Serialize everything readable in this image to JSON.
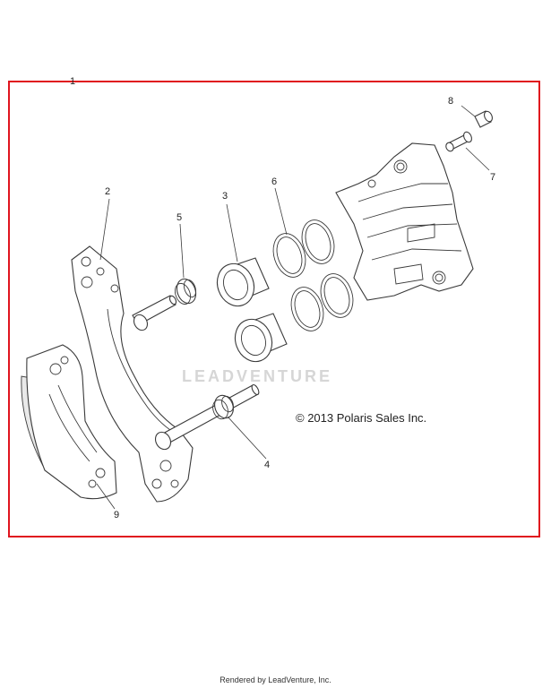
{
  "diagram": {
    "callouts": [
      {
        "id": "1",
        "label": "1"
      },
      {
        "id": "2",
        "label": "2"
      },
      {
        "id": "3",
        "label": "3"
      },
      {
        "id": "4",
        "label": "4"
      },
      {
        "id": "5",
        "label": "5"
      },
      {
        "id": "6",
        "label": "6"
      },
      {
        "id": "7",
        "label": "7"
      },
      {
        "id": "8",
        "label": "8"
      },
      {
        "id": "9",
        "label": "9"
      }
    ],
    "copyright": "© 2013 Polaris Sales Inc.",
    "watermark": "LEADVENTURE",
    "frame_color": "#e0141e"
  },
  "footer": {
    "text": "Rendered by LeadVenture, Inc."
  }
}
